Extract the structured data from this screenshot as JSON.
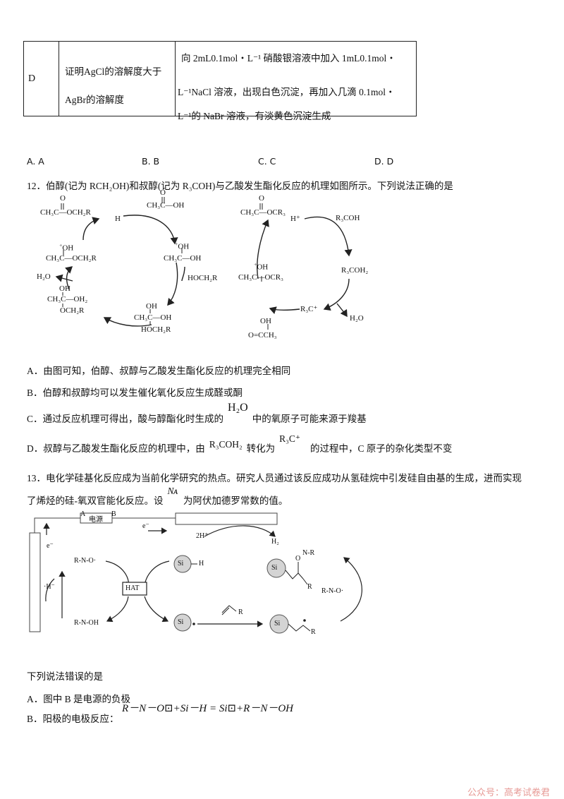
{
  "table_row": {
    "label": "D",
    "goal_line1": "证明AgCl的溶解度大于",
    "goal_line2": "AgBr的溶解度",
    "exp_line1": "向 2mL0.1mol・L⁻¹ 硝酸银溶液中加入 1mL0.1mol・",
    "exp_line2": "L⁻¹NaCl 溶液，出现白色沉淀，再加入几滴 0.1mol・",
    "exp_line3": "L⁻¹的 NaBr 溶液，有淡黄色沉淀生成"
  },
  "q11_choices": [
    "A. A",
    "B. B",
    "C. C",
    "D. D"
  ],
  "q12": {
    "stem": "12．伯醇(记为 RCH₂OH)和叔醇(记为 R₃COH)与乙酸发生酯化反应的机理如图所示。下列说法正确的是",
    "left_cycle": {
      "ester": "CH₃C—OCH₂R",
      "acid": "CH₃C—OH",
      "h": "H",
      "protonated_acid": "CH₃C—OH",
      "alcohol": "HOCH₂R",
      "adduct": "CH₃C—OH",
      "adduct_sub": "HOCH₂R",
      "tetra_top": "OH",
      "tetra_mid": "CH₃C—OH₂",
      "tetra_bot": "OCH₂R",
      "water": "H₂O",
      "prot_ester": "CH₃C—OCH₂R",
      "oh_plus": "OH",
      "o_label": "O"
    },
    "right_cycle": {
      "ester": "CH₃C—OCR₃",
      "h_plus": "H⁺",
      "alcohol": "R₃COH",
      "protonated": "R₃COH₂",
      "water": "H₂O",
      "cation": "R₃C⁺",
      "acid_oh": "OH",
      "acid_body": "O=CCH₃",
      "prot_ester": "CH₃C—OCR₃",
      "oh_plus": "OH",
      "o_label": "O"
    },
    "options": {
      "a": "A．由图可知，伯醇、叔醇与乙酸发生酯化反应的机理完全相同",
      "b": "B．伯醇和叔醇均可以发生催化氧化反应生成醛或酮",
      "c_pre": "C．通过反应机理可得出，酸与醇酯化时生成的",
      "c_formula": "H₂O",
      "c_post": "中的氧原子可能来源于羧基",
      "d_pre": "D．叔醇与乙酸发生酯化反应的机理中，由",
      "d_f1": "R₃COH₂",
      "d_mid": "转化为",
      "d_f2": "R₃C⁺",
      "d_post": "的过程中，C 原子的杂化类型不变"
    }
  },
  "q13": {
    "stem1": "13．电化学硅基化反应成为当前化学研究的热点。研究人员通过该反应成功从氢硅烷中引发硅自由基的生成，进而实现",
    "stem2_pre": "了烯烃的硅-氧双官能化反应。设",
    "na": "Nᴀ",
    "stem2_post": "为阿伏加德罗常数的值。",
    "diagram": {
      "a": "A",
      "b": "B",
      "power": "电源",
      "e_top": "e⁻",
      "e_left": "e⁻",
      "h_minus": "·H⁻",
      "two_h": "2H⁺",
      "h2": "H₂",
      "rno_rad": "R-N-O·",
      "rnoh": "R-N-OH",
      "hat": "HAT",
      "si": "Si",
      "si_h": "H",
      "n_r": "N-R",
      "o": "O",
      "r": "R",
      "rno_right": "R-N-O·"
    },
    "prompt": "下列说法错误的是",
    "opt_a": "A．图中 B 是电源的负极",
    "opt_b_label": "B．阳极的电极反应：",
    "opt_b_eq": "R－N－O⊡+Si－H = Si⊡+R－N－OH"
  },
  "watermark": "公众号：高考试卷君"
}
